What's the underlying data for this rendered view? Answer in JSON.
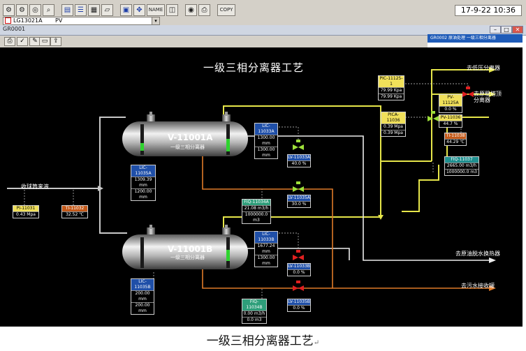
{
  "toolbar": {
    "icons": [
      "tool-1",
      "tool-2",
      "tool-3",
      "tool-4",
      "tool-5",
      "tool-6",
      "tool-7",
      "tool-8",
      "tool-9",
      "tool-10",
      "tool-11",
      "tool-12",
      "tool-13",
      "tool-14"
    ],
    "tag_label": "LG13021A",
    "pv_label": "PV",
    "clock": "17-9-22 10:36"
  },
  "window": {
    "title": "GR0001",
    "tab_label": "GR0002 原油处理 一级三相分离器"
  },
  "diagram": {
    "title": "一级三相分离器工艺",
    "vessel_a": {
      "tag": "V-11001A",
      "sub": "一级三相分离器"
    },
    "vessel_b": {
      "tag": "V-11001B",
      "sub": "一级三相分离器"
    },
    "inlet_label": "收球筒来液",
    "dest_low_pressure": "去低压分离器",
    "dest_stabilizer": "去原稳塔顶\n分离器",
    "dest_heat_exchanger": "去原油脱水换热器",
    "dest_sewage": "去污水接收罐",
    "instruments": {
      "pi_11031": {
        "tag": "PI-11031",
        "value": "0.43 Mpa"
      },
      "ti_11032": {
        "tag": "TI-11032",
        "value": "32.52 ℃"
      },
      "lic_11033a": {
        "tag": "LIC-11033A",
        "v1": "1300.00 mm",
        "v2": "1300.00 mm"
      },
      "lic_11035a": {
        "tag": "LIC-11035A",
        "v1": "1309.39 mm",
        "v2": "1200.00 mm"
      },
      "lv_11033a": {
        "tag": "LV-11033A",
        "value": "40.0 %"
      },
      "lv_11035a": {
        "tag": "LV-11035A",
        "value": "30.0 %"
      },
      "fiq_11034a": {
        "tag": "FIQ-11034A",
        "v1": "21.08 m3/h",
        "v2": "1000000.0 m3"
      },
      "pic_11125": {
        "tag": "PIC-11125-1",
        "v1": "79.99 Kpa",
        "v2": "79.99 Kpa"
      },
      "pv_11125a": {
        "tag": "PV-11125A",
        "value": "0.0 %"
      },
      "pica_11036": {
        "tag": "PICA-11036",
        "v1": "0.39 Mpa",
        "v2": "0.39 Mpa"
      },
      "pv_11036": {
        "tag": "PV-11036",
        "value": "44.7 %"
      },
      "ti_11038": {
        "tag": "TI-11038",
        "value": "44.29 ℃"
      },
      "fiq_11037": {
        "tag": "FIQ-11037",
        "v1": "2665.00 m3/h",
        "v2": "1000000.0 m3"
      },
      "lic_11033b": {
        "tag": "LIC-11033B",
        "v1": "1677.24 mm",
        "v2": "1300.00 mm"
      },
      "lv_11033b": {
        "tag": "LV-11033B",
        "value": "0.0 %"
      },
      "lic_11035b": {
        "tag": "LIC-11035B",
        "v1": "200.00 mm",
        "v2": "200.00 mm"
      },
      "fiq_11034b": {
        "tag": "FIQ-11034B",
        "v1": "0.00 m3/h",
        "v2": "0.0 m3"
      },
      "lv_11035b": {
        "tag": "LV-11035B",
        "value": "0.0 %"
      }
    }
  },
  "caption": "一级三相分离器工艺",
  "colors": {
    "gas_line": "#e8e84a",
    "liquid_line": "#c8c8c8",
    "water_line": "#e07a28",
    "oil_line": "#f0f0f0"
  }
}
